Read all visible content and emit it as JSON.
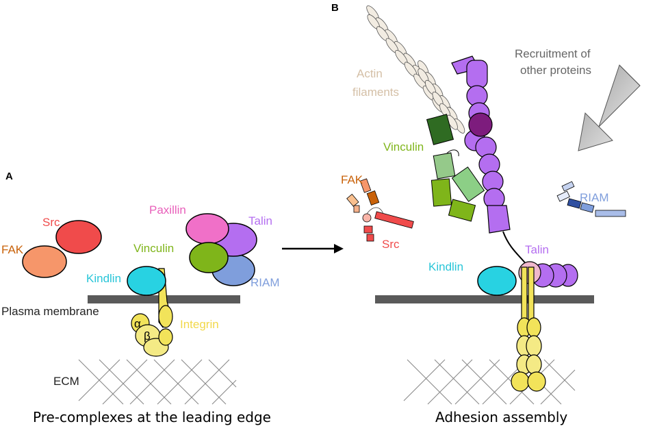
{
  "panel_a": {
    "letter": "A",
    "caption": "Pre-complexes at the leading edge",
    "labels": {
      "src": "Src",
      "fak": "FAK",
      "paxillin": "Paxillin",
      "talin": "Talin",
      "vinculin": "Vinculin",
      "kindlin": "Kindlin",
      "riam": "RIAM",
      "plasma_membrane": "Plasma membrane",
      "integrin": "Integrin",
      "alpha": "α",
      "beta": "β",
      "ecm": "ECM"
    }
  },
  "panel_b": {
    "letter": "B",
    "caption": "Adhesion assembly",
    "labels": {
      "actin_line1": "Actin",
      "actin_line2": "filaments",
      "recruitment_line1": "Recruitment of",
      "recruitment_line2": "other proteins",
      "vinculin": "Vinculin",
      "fak": "FAK",
      "src": "Src",
      "riam": "RIAM",
      "talin": "Talin",
      "kindlin": "Kindlin"
    }
  },
  "colors": {
    "src": "#f04b4b",
    "fak": "#c9620a",
    "fak_fill": "#f6966a",
    "paxillin": "#e85fba",
    "talin": "#b46ef0",
    "vinculin": "#7fb51a",
    "kindlin": "#28d2e2",
    "riam": "#7f9edc",
    "integrin": "#f2e35a",
    "membrane": "#5a5a5a",
    "actin": "#d9c9b4"
  }
}
